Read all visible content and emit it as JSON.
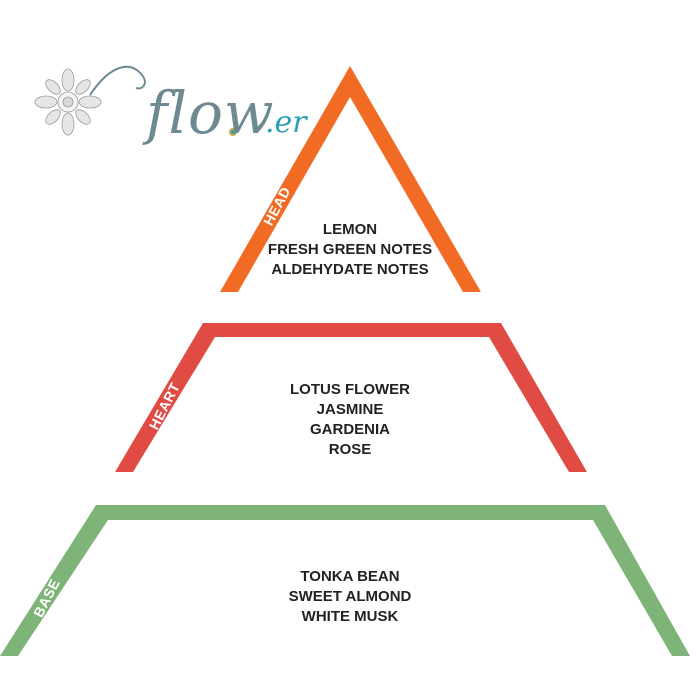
{
  "logo": {
    "text": "flow",
    "suffix": ".er",
    "icon": "snowflake-jewel-icon"
  },
  "tiers": {
    "head": {
      "label": "HEAD",
      "notes": [
        "LEMON",
        "FRESH GREEN NOTES",
        "ALDEHYDATE NOTES"
      ]
    },
    "heart": {
      "label": "HEART",
      "notes": [
        "LOTUS FLOWER",
        "JASMINE",
        "GARDENIA",
        "ROSE"
      ]
    },
    "base": {
      "label": "BASE",
      "notes": [
        "TONKA BEAN",
        "SWEET ALMOND",
        "WHITE MUSK"
      ]
    }
  },
  "colors": {
    "head": "#f26b25",
    "heart": "#e04b43",
    "base": "#7fb479",
    "logo_text": "#6d8a93",
    "logo_accent": "#2aa0b6"
  }
}
